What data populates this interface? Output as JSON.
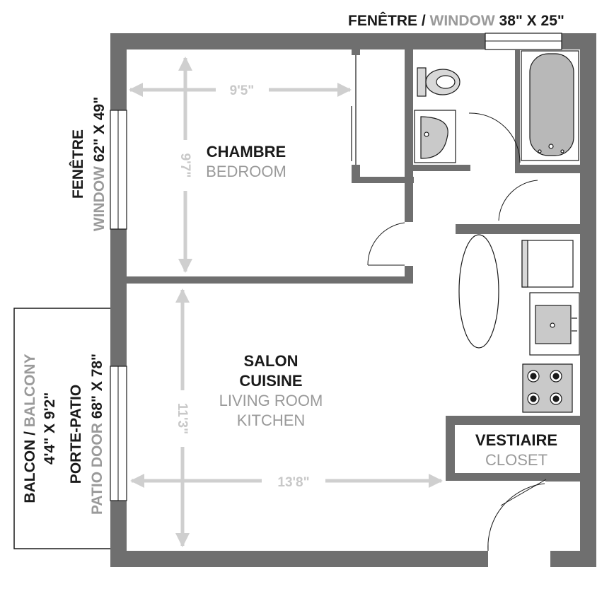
{
  "rooms": {
    "bedroom": {
      "fr": "CHAMBRE",
      "en": "BEDROOM",
      "width_dim": "9'5\"",
      "depth_dim": "9'7\""
    },
    "living": {
      "fr_line1": "SALON",
      "fr_line2": "CUISINE",
      "en_line1": "LIVING ROOM",
      "en_line2": "KITCHEN",
      "width_dim": "13'8\"",
      "depth_dim": "11'3\""
    },
    "closet": {
      "fr": "VESTIAIRE",
      "en": "CLOSET"
    }
  },
  "windows": {
    "top": {
      "fr": "FENÊTRE /",
      "en": "WINDOW",
      "size": "38\" X 25\""
    },
    "left": {
      "fr": "FENÊTRE",
      "en": "WINDOW",
      "size": "62\" X 49\""
    }
  },
  "patio_door": {
    "fr": "PORTE-PATIO",
    "en": "PATIO DOOR",
    "size": "68\" X 78\""
  },
  "balcony": {
    "fr": "BALCON /",
    "en": "BALCONY",
    "size": "4'4\" X 9'2\""
  },
  "colors": {
    "wall": "#6f6f6f",
    "label": "#1a1a1a",
    "label_gray": "#9a9a9a",
    "dimension": "#cfcfcf"
  },
  "icons": [
    "toilet-icon",
    "bathroom-sink-icon",
    "bathtub-icon",
    "refrigerator-icon",
    "kitchen-sink-icon",
    "stove-icon",
    "table-icon"
  ]
}
